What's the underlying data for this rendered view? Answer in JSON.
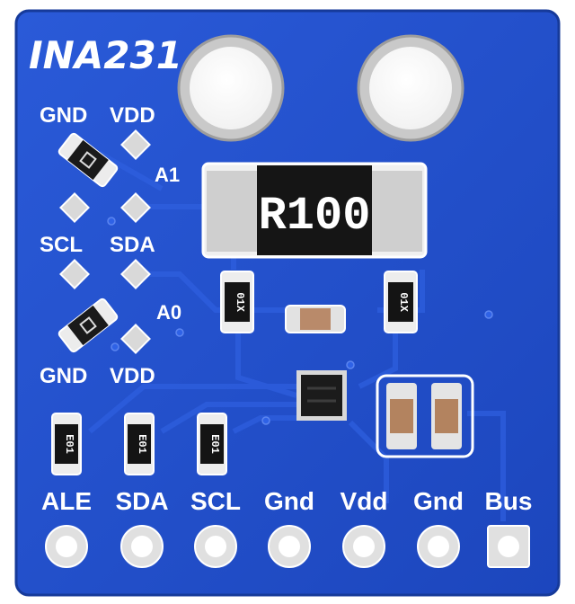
{
  "board": {
    "title": "INA231",
    "colors": {
      "pcb": "#1f4bc6",
      "pcb_edge": "#1a3fa8",
      "silk": "#ffffff",
      "pad": "#e6e6e6",
      "resistor_body": "#151515"
    },
    "top_labels": {
      "gnd": "GND",
      "vdd": "VDD"
    },
    "a1_label": "A1",
    "scl_label": "SCL",
    "sda_label": "SDA",
    "a0_label": "A0",
    "bottom_labels": {
      "gnd": "GND",
      "vdd": "VDD"
    }
  },
  "shunt": {
    "marking": "R100"
  },
  "small_resistors": [
    {
      "marking": "01X"
    },
    {
      "marking": "01X"
    }
  ],
  "smd_row": [
    {
      "marking": "E01"
    },
    {
      "marking": "E01"
    },
    {
      "marking": "E01"
    }
  ],
  "header": {
    "pins": [
      {
        "label": "ALE"
      },
      {
        "label": "SDA"
      },
      {
        "label": "SCL"
      },
      {
        "label": "Gnd"
      },
      {
        "label": "Vdd"
      },
      {
        "label": "Gnd"
      },
      {
        "label": "Bus"
      }
    ]
  }
}
